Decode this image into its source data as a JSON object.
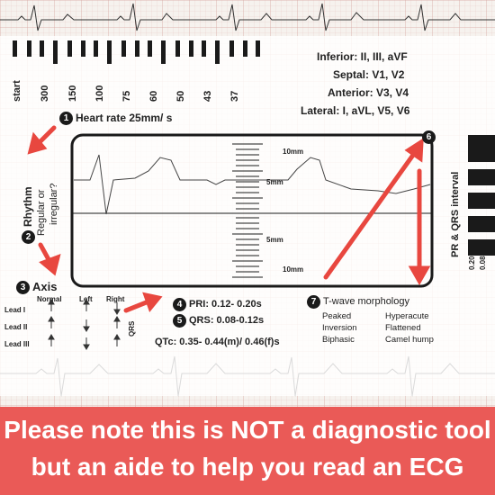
{
  "rate_scale": {
    "labels": [
      "start",
      "300",
      "150",
      "100",
      "75",
      "60",
      "50",
      "43",
      "37"
    ]
  },
  "leads": {
    "inferior": "Inferior: II, III, aVF",
    "septal": "Septal: V1, V2",
    "anterior": "Anterior: V3, V4",
    "lateral": "Lateral: I, aVL, V5, V6"
  },
  "steps": {
    "s1": {
      "num": "1",
      "label": "Heart rate 25mm/ s"
    },
    "s2": {
      "num": "2",
      "label": "Rhythm",
      "question_1": "Regular or",
      "question_2": "irregular?"
    },
    "s3": {
      "num": "3",
      "label": "Axis"
    },
    "s4": {
      "num": "4",
      "label": "PRI: 0.12- 0.20s"
    },
    "s5": {
      "num": "5",
      "label": "QRS: 0.08-0.12s"
    },
    "s6": {
      "num": "6",
      "label": "PR & QRS interval"
    },
    "s7": {
      "num": "7",
      "label": "T-wave morphology"
    }
  },
  "qtc": "QTc: 0.35- 0.44(m)/ 0.46(f)s",
  "axis_table": {
    "columns": [
      "Normal",
      "Left",
      "Right"
    ],
    "rows": [
      "Lead I",
      "Lead II",
      "Lead III"
    ],
    "side_label": "QRS"
  },
  "window_marks": {
    "top_10": "10mm",
    "top_5": "5mm",
    "bottom_5": "5mm",
    "bottom_10": "10mm"
  },
  "interval_ticks": {
    "a": "0.20",
    "b": "0.08"
  },
  "twave": {
    "c1": [
      "Peaked",
      "Inversion",
      "Biphasic"
    ],
    "c2": [
      "Hyperacute",
      "Flattened",
      "Camel hump"
    ]
  },
  "disclaimer": {
    "line1": "Please note this is NOT a diagnostic tool",
    "line2": "but an aide to help you read an ECG"
  },
  "colors": {
    "arrow": "#e8473f",
    "banner": "#ea5a57",
    "ink": "#1c1c1c",
    "ecg_grid": "#d9a3a3"
  }
}
